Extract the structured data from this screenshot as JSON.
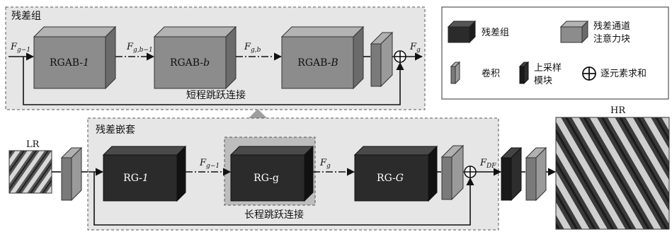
{
  "residual_group": {
    "title": "残差组",
    "blocks": [
      {
        "prefix": "RGAB-",
        "suffix": "1"
      },
      {
        "prefix": "RGAB-",
        "suffix": "b"
      },
      {
        "prefix": "RGAB-",
        "suffix": "B"
      }
    ],
    "inputs": {
      "f_in": {
        "base": "F",
        "sub": "g−1"
      },
      "f_b1": {
        "base": "F",
        "sub": "g,b−1"
      },
      "f_b": {
        "base": "F",
        "sub": "g,b"
      },
      "f_out": {
        "base": "F",
        "sub": "g"
      }
    },
    "skip_label": "短程跳跃连接"
  },
  "nested": {
    "title": "残差嵌套",
    "blocks": [
      {
        "prefix": "RG-",
        "suffix": "1"
      },
      {
        "prefix": "RG-",
        "suffix": "g"
      },
      {
        "prefix": "RG-",
        "suffix": "G"
      }
    ],
    "inputs": {
      "f_g1": {
        "base": "F",
        "sub": "g−1"
      },
      "f_g": {
        "base": "F",
        "sub": "g"
      },
      "f_df": {
        "base": "F",
        "sub": "DF"
      }
    },
    "skip_label": "长程跳跃连接"
  },
  "legend": {
    "items": [
      {
        "icon": "residual-group-icon",
        "label": "残差组"
      },
      {
        "icon": "channel-attention-block-icon",
        "label": "残差通道",
        "label2": "注意力块"
      },
      {
        "icon": "conv-icon",
        "label": "卷积"
      },
      {
        "icon": "upsample-icon",
        "label": "上采样",
        "label2": "模块"
      },
      {
        "icon": "elementwise-sum-icon",
        "label": "逐元素求和"
      }
    ]
  },
  "images": {
    "lr_label": "LR",
    "hr_label": "HR"
  },
  "colors": {
    "dark_cube": "#2b2b2b",
    "gray_cube": "#8a8a8a",
    "panel": "#e6e6e6",
    "highlight": "#bdbdbd"
  }
}
